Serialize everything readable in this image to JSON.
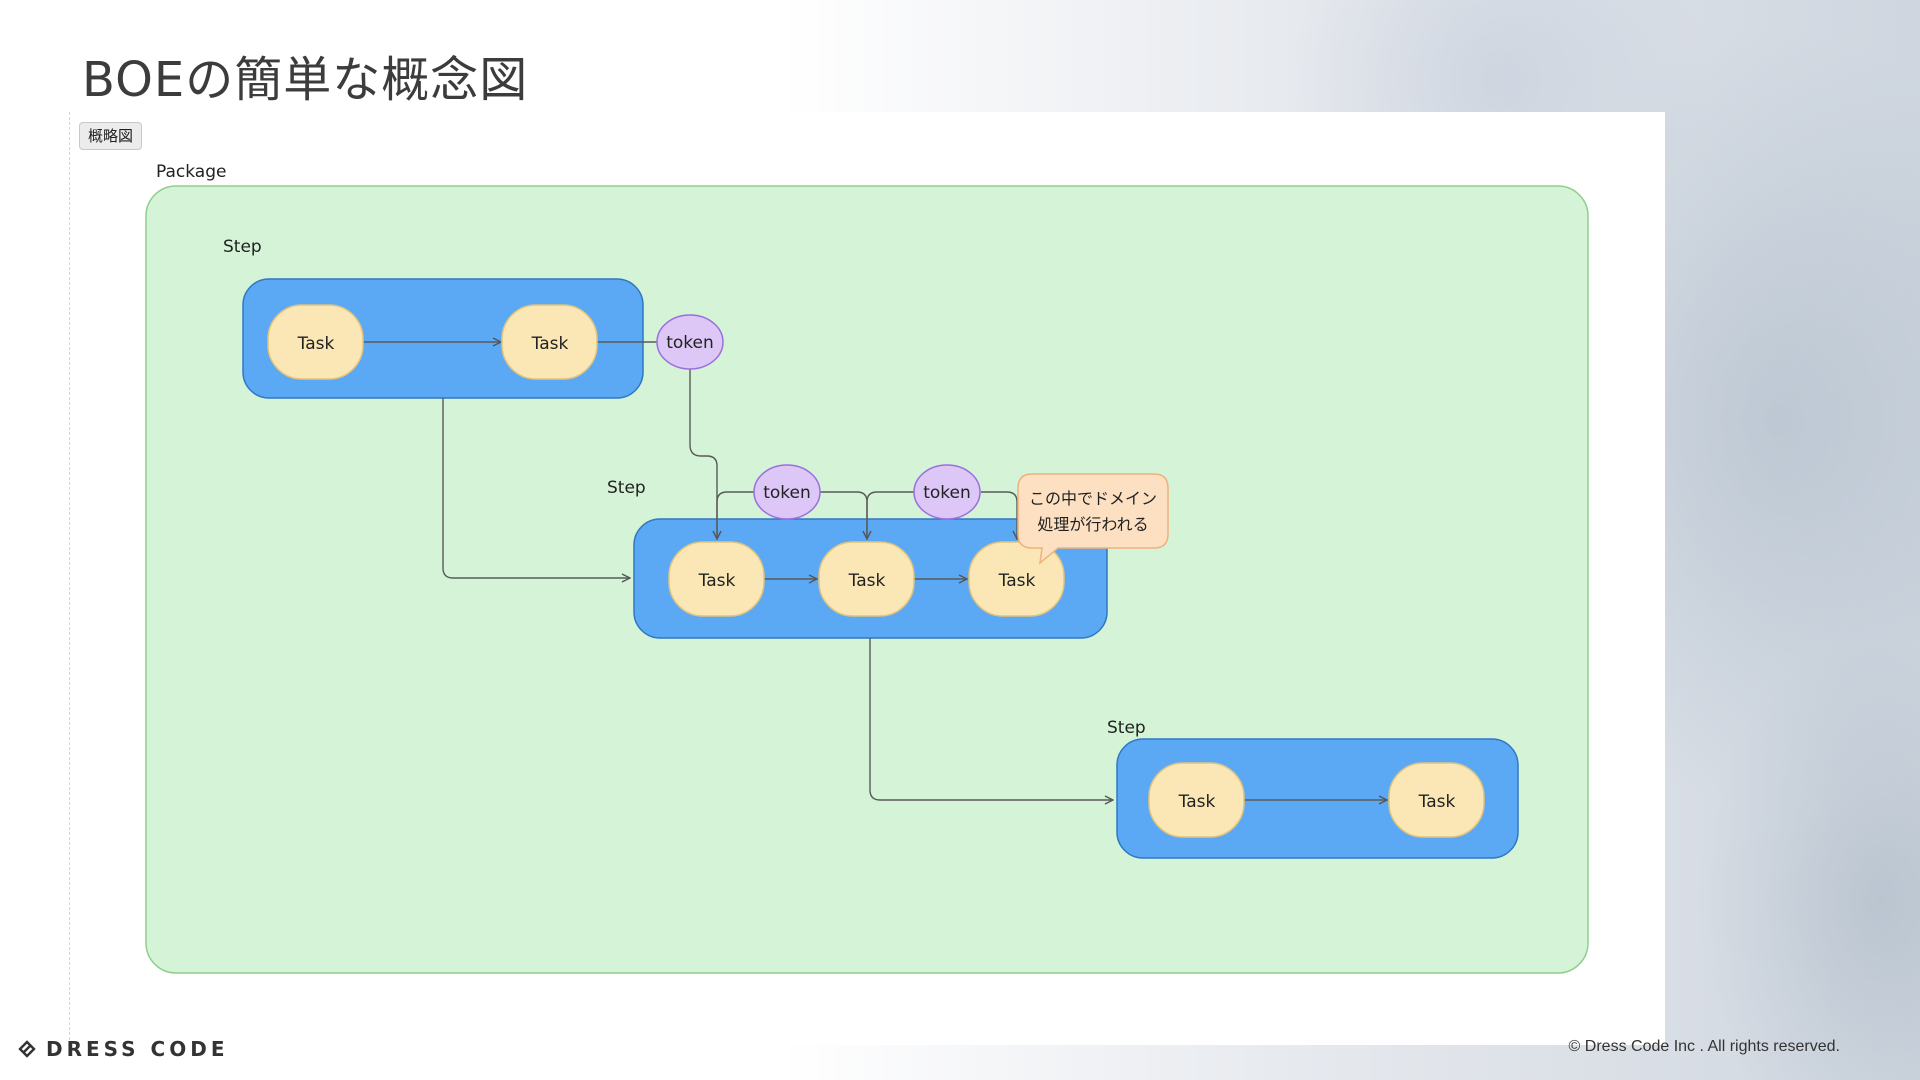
{
  "slide": {
    "title": "BOEの簡単な概念図",
    "tag": "概略図"
  },
  "diagram": {
    "package_label": "Package",
    "steps": [
      {
        "label": "Step",
        "tasks": [
          "Task",
          "Task"
        ]
      },
      {
        "label": "Step",
        "tasks": [
          "Task",
          "Task",
          "Task"
        ]
      },
      {
        "label": "Step",
        "tasks": [
          "Task",
          "Task"
        ]
      }
    ],
    "tokens": [
      "token",
      "token",
      "token"
    ],
    "callout": [
      "この中でドメイン",
      "処理が行われる"
    ]
  },
  "colors": {
    "package_fill": "#d5f3d6",
    "package_border": "#8ecf8c",
    "step_fill": "#5ba8f5",
    "step_border": "#2f78c4",
    "task_fill": "#fae7b5",
    "task_border": "#e2c47c",
    "token_fill": "#dcc7f7",
    "token_border": "#9b6ee0",
    "callout_fill": "#fde0c2",
    "callout_border": "#eeb27c"
  },
  "footer": {
    "logo": "DRESS CODE",
    "copyright": "© Dress Code Inc . All rights reserved."
  }
}
